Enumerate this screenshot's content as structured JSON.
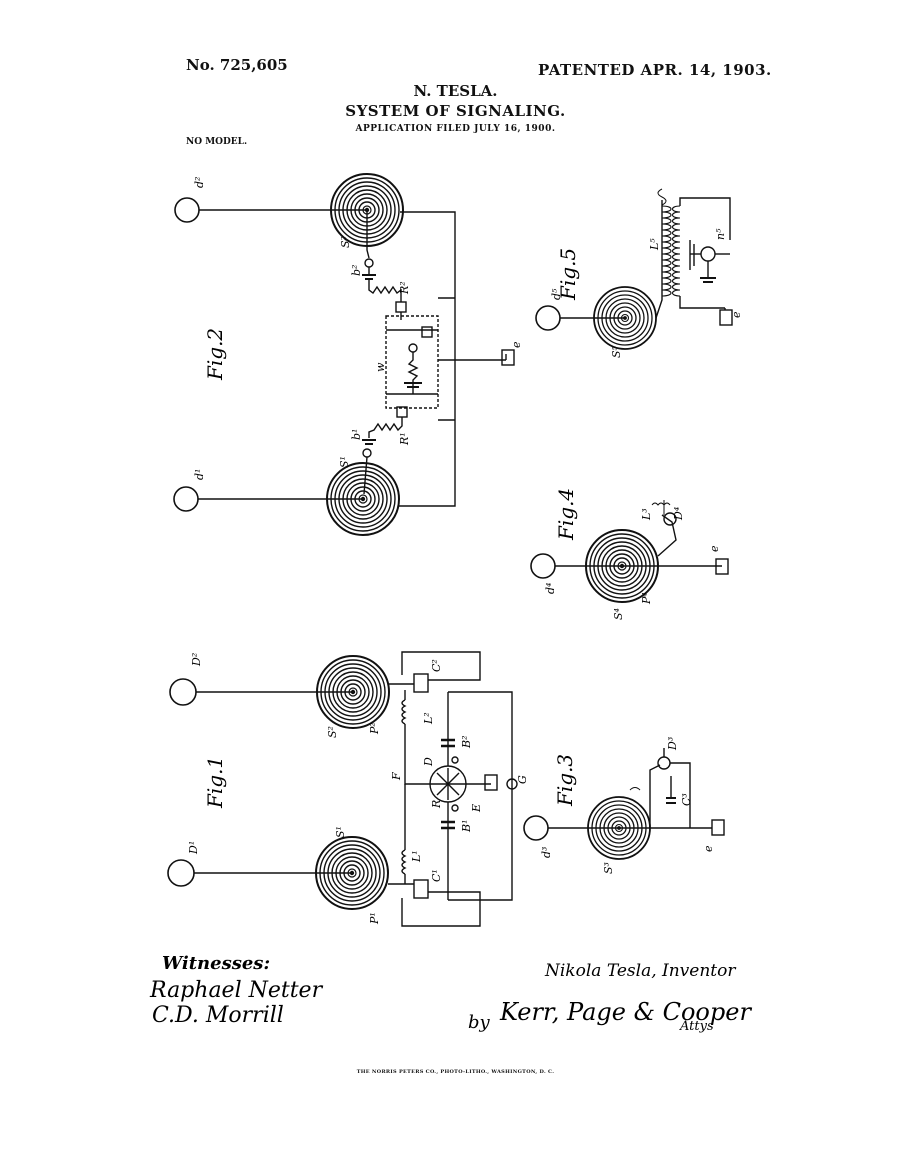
{
  "header": {
    "patent_number": "No. 725,605",
    "patented_date": "PATENTED APR. 14, 1903.",
    "inventor": "N. TESLA.",
    "title": "SYSTEM OF SIGNALING.",
    "application": "APPLICATION FILED JULY 16, 1900.",
    "model": "NO MODEL."
  },
  "figures": {
    "fig1": "Fig.1",
    "fig2": "Fig.2",
    "fig3": "Fig.3",
    "fig4": "Fig.4",
    "fig5": "Fig.5"
  },
  "labels": {
    "fig2": {
      "d2": "d²",
      "s2": "S²",
      "d1": "d¹",
      "s1": "S¹",
      "w": "w",
      "e": "e",
      "r1": "R¹",
      "r2": "R²",
      "b1": "b¹",
      "b2": "b²"
    },
    "fig1": {
      "D2": "D²",
      "D1": "D¹",
      "S2": "S²",
      "S1": "S¹",
      "P2": "P²",
      "P1": "P¹",
      "C2": "C²",
      "C1": "C¹",
      "L2": "L²",
      "L1": "L¹",
      "F": "F",
      "D": "D",
      "E": "E",
      "G": "G",
      "B2": "B²",
      "B1": "B¹",
      "R": "R"
    },
    "fig3": {
      "d3": "d³",
      "s3": "S³",
      "c3": "C³",
      "D3": "D³",
      "e": "e"
    },
    "fig4": {
      "d4": "d⁴",
      "s4": "S⁴",
      "p4": "P⁴",
      "L3": "L³",
      "D4": "D⁴",
      "e": "e"
    },
    "fig5": {
      "d5": "d⁵",
      "s5": "S⁵",
      "L5": "L⁵",
      "e": "e",
      "n5": "n⁵"
    }
  },
  "signatures": {
    "witnesses_label": "Witnesses:",
    "witness1": "Raphael Netter",
    "witness2": "C.D. Morrill",
    "inventor_sig": "Nikola Tesla, Inventor",
    "by": "by",
    "attorneys": "Kerr, Page & Cooper",
    "attys": "Attys"
  },
  "printer": "THE NORRIS PETERS CO., PHOTO-LITHO., WASHINGTON, D. C."
}
